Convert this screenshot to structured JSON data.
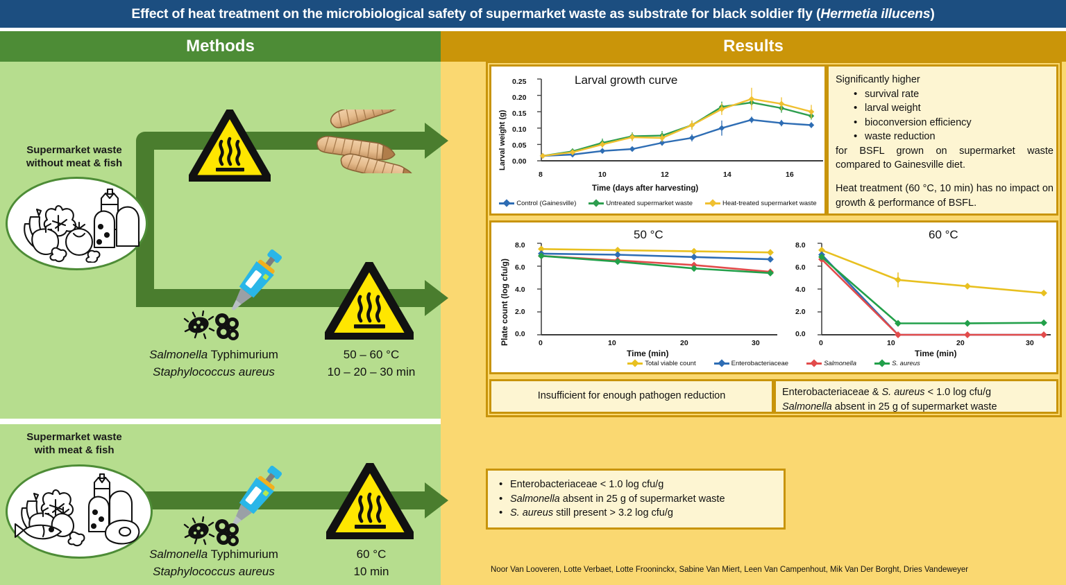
{
  "title": {
    "main": "Effect of heat treatment on the microbiological safety of supermarket waste as substrate for black soldier fly (",
    "species_italic": "Hermetia illucens",
    "close": ")"
  },
  "sections": {
    "methods": "Methods",
    "results": "Results"
  },
  "colors": {
    "title_bar": "#1c4e80",
    "methods_header": "#4d8c36",
    "results_header": "#ca9509",
    "methods_bg": "#b6dd8e",
    "results_bg": "#fad871",
    "arrow": "#4a7d2e",
    "card_border": "#c8940a",
    "card_cream": "#fdf5d2",
    "series_control": "#2e6db4",
    "series_untreated": "#2e9e4f",
    "series_heat": "#f0c030",
    "series_total_viable": "#e8c020",
    "series_entero": "#2e6db4",
    "series_salmonella": "#e24b4b",
    "series_saureus": "#22a04a",
    "hazard_yellow": "#ffe600"
  },
  "methods": {
    "top": {
      "waste_label_line1": "Supermarket waste",
      "waste_label_line2": "without meat & fish",
      "waste_icon": "food-waste-no-meat-icon",
      "hazard_icon": "hot-surface-warning-icon",
      "larvae_icon": "bsf-larvae-icon",
      "pipette_icon": "micropipette-icon",
      "bacteria_icon": "bacteria-inoculum-icon",
      "species_line1_italic": "Salmonella",
      "species_line1_rest": " Typhimurium",
      "species_line2_italic": "Staphylococcus aureus",
      "conditions_line1": "50 – 60 °C",
      "conditions_line2": "10 – 20 – 30 min"
    },
    "bottom": {
      "waste_label_line1": "Supermarket waste",
      "waste_label_line2": "with meat & fish",
      "waste_icon": "food-waste-with-meat-icon",
      "hazard_icon": "hot-surface-warning-icon",
      "pipette_icon": "micropipette-icon",
      "bacteria_icon": "bacteria-inoculum-icon",
      "species_line1_italic": "Salmonella",
      "species_line1_rest": " Typhimurium",
      "species_line2_italic": "Staphylococcus aureus",
      "conditions_line1": "60 °C",
      "conditions_line2": "10 min"
    }
  },
  "results": {
    "growth_summary": {
      "intro": "Significantly higher",
      "bullets": [
        "survival rate",
        "larval weight",
        "bioconversion efficiency",
        "waste reduction"
      ],
      "after": "for BSFL grown on supermarket waste compared to Gainesville diet.",
      "note": "Heat treatment (60 °C, 10 min) has no impact on growth & performance of BSFL."
    },
    "conclusion_50": "Insufficient for enough pathogen reduction",
    "conclusion_60_line1_a": "Enterobacteriaceae & ",
    "conclusion_60_line1_i": "S. aureus",
    "conclusion_60_line1_b": " < 1.0 log cfu/g",
    "conclusion_60_line2_i": "Salmonella",
    "conclusion_60_line2_b": " absent in 25 g of supermarket waste",
    "bottom_box": [
      {
        "plain": "Enterobacteriaceae < 1.0 log cfu/g",
        "italic": "",
        "rest": ""
      },
      {
        "plain": "",
        "italic": "Salmonella",
        "rest": " absent in 25 g of supermarket waste"
      },
      {
        "plain": "",
        "italic": "S. aureus",
        "rest": " still present > 3.2 log cfu/g"
      }
    ],
    "authors": "Noor Van Looveren, Lotte Verbaet, Lotte Frooninckx, Sabine Van Miert, Leen Van Campenhout, Mik Van Der Borght, Dries Vandeweyer"
  },
  "chart_data": [
    {
      "type": "line",
      "id": "larval-growth-curve",
      "title": "Larval growth curve",
      "xlabel": "Time (days after harvesting)",
      "ylabel": "Larval weight (g)",
      "x": [
        8,
        9,
        10,
        11,
        12,
        13,
        14,
        15,
        16,
        17
      ],
      "xlim": [
        8,
        17
      ],
      "xticks": [
        8,
        10,
        12,
        14,
        16
      ],
      "ylim": [
        0.0,
        0.25
      ],
      "yticks": [
        0.0,
        0.05,
        0.1,
        0.15,
        0.2,
        0.25
      ],
      "ytick_labels": [
        "0.00",
        "0.05",
        "0.10",
        "0.15",
        "0.20",
        "0.25"
      ],
      "grid": false,
      "legend_position": "bottom",
      "series": [
        {
          "name": "Control (Gainesville)",
          "color": "#2e6db4",
          "values": [
            0.015,
            0.019,
            0.03,
            0.036,
            0.055,
            0.07,
            0.102,
            0.127,
            0.117,
            0.109
          ],
          "errors": [
            0.004,
            0.005,
            0.006,
            0.007,
            0.009,
            0.011,
            0.023,
            0.01,
            0.01,
            0.009
          ]
        },
        {
          "name": "Untreated supermarket waste",
          "color": "#2e9e4f",
          "values": [
            0.015,
            0.029,
            0.055,
            0.075,
            0.077,
            0.109,
            0.165,
            0.178,
            0.161,
            0.137
          ],
          "errors": [
            0.004,
            0.009,
            0.013,
            0.012,
            0.014,
            0.014,
            0.016,
            0.012,
            0.014,
            0.011
          ]
        },
        {
          "name": "Heat-treated supermarket waste",
          "color": "#f0c030",
          "values": [
            0.015,
            0.026,
            0.05,
            0.072,
            0.07,
            0.109,
            0.158,
            0.189,
            0.174,
            0.15
          ],
          "errors": [
            0.004,
            0.008,
            0.01,
            0.012,
            0.012,
            0.014,
            0.018,
            0.034,
            0.02,
            0.021
          ]
        }
      ]
    },
    {
      "type": "line",
      "id": "plate-count-50c",
      "title": "50 °C",
      "xlabel": "Time (min)",
      "ylabel": "Plate count (log cfu/g)",
      "x": [
        0,
        10,
        20,
        30
      ],
      "xlim": [
        0,
        30
      ],
      "xticks": [
        0,
        10,
        20,
        30
      ],
      "ylim": [
        0.0,
        8.0
      ],
      "yticks": [
        0.0,
        2.0,
        4.0,
        6.0,
        8.0
      ],
      "ytick_labels": [
        "0.0",
        "2.0",
        "4.0",
        "6.0",
        "8.0"
      ],
      "grid": false,
      "legend_position": "bottom-shared",
      "series": [
        {
          "name": "Total viable count",
          "color": "#e8c020",
          "values": [
            7.5,
            7.4,
            7.3,
            7.2
          ],
          "errors": [
            0.1,
            0.1,
            0.1,
            0.1
          ]
        },
        {
          "name": "Enterobacteriaceae",
          "color": "#2e6db4",
          "values": [
            7.1,
            7.0,
            6.8,
            6.6
          ],
          "errors": [
            0.1,
            0.1,
            0.1,
            0.1
          ]
        },
        {
          "name": "Salmonella",
          "color": "#e24b4b",
          "values": [
            6.9,
            6.5,
            6.1,
            5.5
          ],
          "errors": [
            0.1,
            0.1,
            0.1,
            0.1
          ]
        },
        {
          "name": "S. aureus",
          "color": "#22a04a",
          "values": [
            6.9,
            6.4,
            5.8,
            5.4
          ],
          "errors": [
            0.1,
            0.15,
            0.2,
            0.2
          ]
        }
      ]
    },
    {
      "type": "line",
      "id": "plate-count-60c",
      "title": "60 °C",
      "xlabel": "Time (min)",
      "ylabel": "",
      "x": [
        0,
        10,
        20,
        30
      ],
      "xlim": [
        0,
        30
      ],
      "xticks": [
        0,
        10,
        20,
        30
      ],
      "ylim": [
        0.0,
        8.0
      ],
      "yticks": [
        0.0,
        2.0,
        4.0,
        6.0,
        8.0
      ],
      "ytick_labels": [
        "0.0",
        "2.0",
        "4.0",
        "6.0",
        "8.0"
      ],
      "grid": false,
      "legend_position": "bottom-shared",
      "series": [
        {
          "name": "Total viable count",
          "color": "#e8c020",
          "values": [
            7.4,
            4.8,
            4.25,
            3.65
          ],
          "errors": [
            0.15,
            0.65,
            0.2,
            0.2
          ]
        },
        {
          "name": "Enterobacteriaceae",
          "color": "#2e6db4",
          "values": [
            7.0,
            0.0,
            0.0,
            0.0
          ],
          "errors": [
            0.1,
            0.0,
            0.0,
            0.0
          ]
        },
        {
          "name": "Salmonella",
          "color": "#e24b4b",
          "values": [
            6.6,
            0.0,
            0.0,
            0.0
          ],
          "errors": [
            0.1,
            0.0,
            0.0,
            0.0
          ]
        },
        {
          "name": "S. aureus",
          "color": "#22a04a",
          "values": [
            6.8,
            1.0,
            1.0,
            1.05
          ],
          "errors": [
            0.1,
            0.05,
            0.05,
            0.05
          ]
        }
      ]
    }
  ],
  "legend": {
    "growth": [
      "Control (Gainesville)",
      "Untreated supermarket waste",
      "Heat-treated supermarket waste"
    ],
    "plate": [
      "Total viable count",
      "Enterobacteriaceae",
      "Salmonella",
      "S. aureus"
    ]
  }
}
